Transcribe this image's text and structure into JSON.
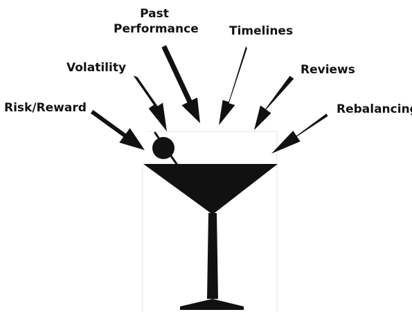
{
  "labels": {
    "risk_reward": "Risk/Reward",
    "volatility": "Volatility",
    "past": "Past",
    "performance": "Performance",
    "timelines": "Timelines",
    "reviews": "Reviews",
    "rebalancing": "Rebalancing"
  },
  "colors": {
    "ink": "#111111",
    "background": "#ffffff"
  },
  "icons": {
    "glass": "martini-glass-icon",
    "olive": "olive-icon",
    "arrow": "arrow-icon"
  }
}
